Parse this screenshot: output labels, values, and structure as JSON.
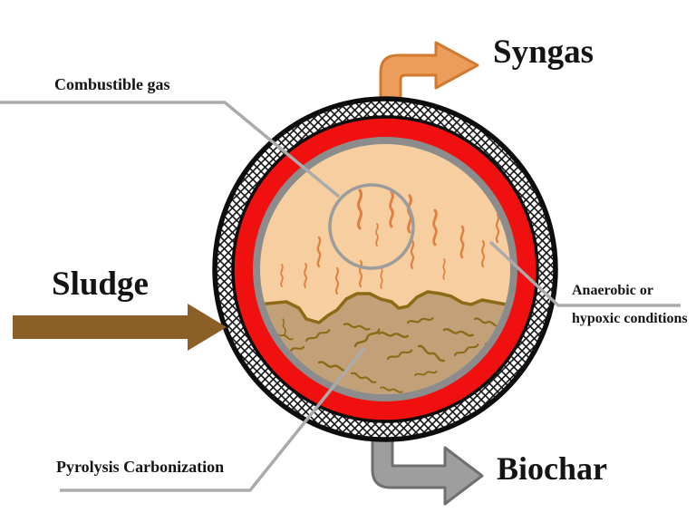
{
  "labels": {
    "combustible_gas": "Combustible gas",
    "syngas": "Syngas",
    "sludge": "Sludge",
    "anaerobic_line1": "Anaerobic or",
    "anaerobic_line2": "hypoxic conditions",
    "pyrolysis": "Pyrolysis Carbonization",
    "biochar": "Biochar"
  },
  "icons": {
    "syngas_arrow": "elbow-arrow-up-right",
    "sludge_arrow": "arrow-right",
    "biochar_arrow": "elbow-arrow-down-right",
    "insulation_ring": "crosshatch-ring",
    "gas_zone_circle": "circle-outline"
  },
  "colors": {
    "text": "#141414",
    "leader_line": "#ababab",
    "syngas_arrow_fill": "#ec9c5b",
    "syngas_arrow_stroke": "#d0792f",
    "sludge_arrow_fill": "#8c5e28",
    "biochar_arrow_fill": "#9e9e9e",
    "biochar_arrow_stroke": "#6f6f6f",
    "shell_black": "#0d0d0d",
    "heating_red": "#f01010",
    "wall_gray": "#8c8c8c",
    "interior_peach": "#f7cea0",
    "sludge_tan": "#c2a178",
    "sludge_border": "#8c6a16",
    "gas_squiggle": "#e08040",
    "inner_circle_stroke": "#9c9c9c"
  }
}
